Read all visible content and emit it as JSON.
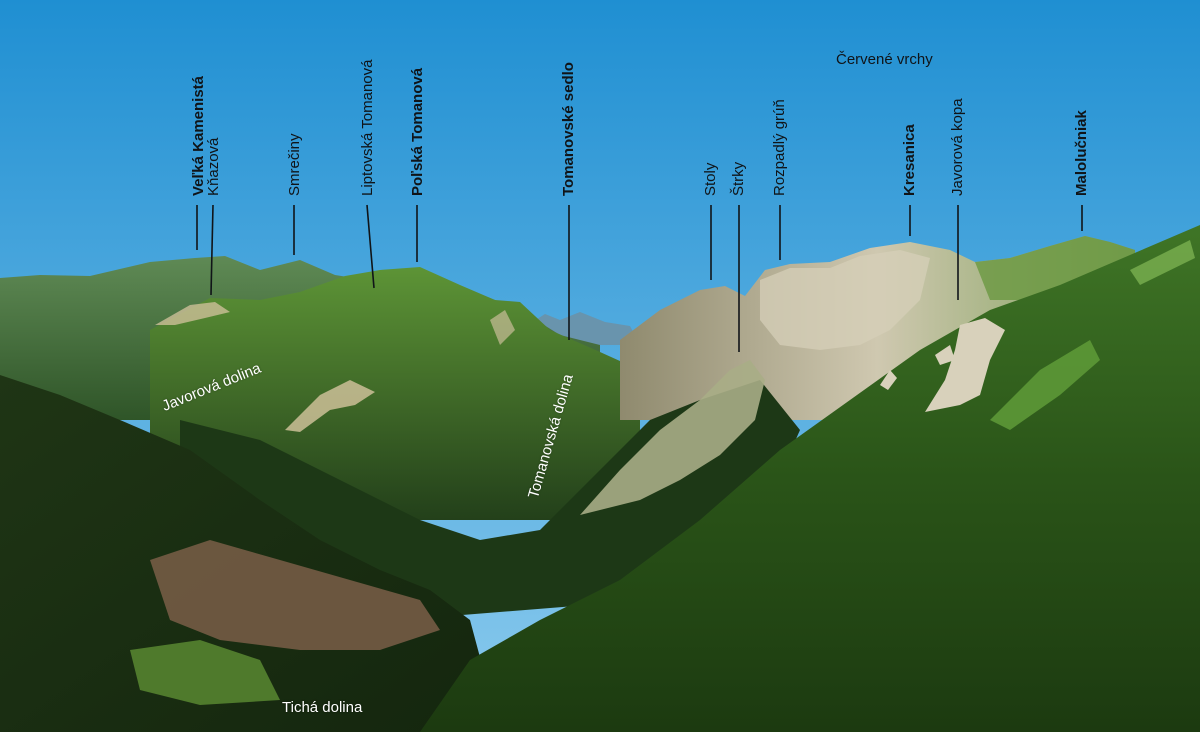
{
  "peaks": [
    {
      "key": "velka_kamenista",
      "name": "Veľká Kamenistá",
      "bold": true
    },
    {
      "key": "knazova",
      "name": "Kňazová",
      "bold": false
    },
    {
      "key": "smreciny",
      "name": "Smrečiny",
      "bold": false
    },
    {
      "key": "liptovska_tomanova",
      "name": "Liptovská Tomanová",
      "bold": false
    },
    {
      "key": "polska_tomanova",
      "name": "Poľská Tomanová",
      "bold": true
    },
    {
      "key": "tomanovske_sedlo",
      "name": "Tomanovské sedlo",
      "bold": true
    },
    {
      "key": "stoly",
      "name": "Stoly",
      "bold": false
    },
    {
      "key": "strky",
      "name": "Štrky",
      "bold": false
    },
    {
      "key": "rozpadly_grun",
      "name": "Rozpadlý grúň",
      "bold": false
    },
    {
      "key": "kresanica",
      "name": "Kresanica",
      "bold": true
    },
    {
      "key": "javorova_kopa",
      "name": "Javorová kopa",
      "bold": false
    },
    {
      "key": "malolucniak",
      "name": "Malolučniak",
      "bold": true
    }
  ],
  "group_label": "Červené vrchy",
  "valleys": {
    "javorova": "Javorová dolina",
    "tomanovska": "Tomanovská dolina",
    "ticha": "Tichá dolina"
  },
  "colors": {
    "sky_top": "#1f8fd2",
    "sky_bottom": "#8ccbee",
    "forest_dark": "#1c3312",
    "grass": "#4f8a2e",
    "rock": "#c7c0a8"
  }
}
